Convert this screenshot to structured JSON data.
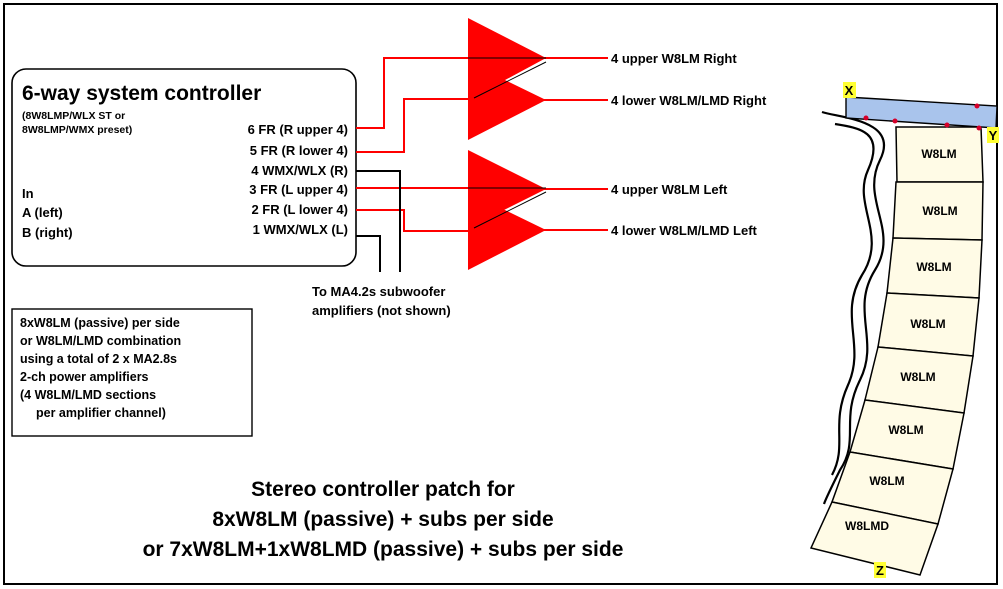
{
  "controller": {
    "title": "6-way system controller",
    "note_line1": "(8W8LMP/WLX ST or",
    "note_line2": "8W8LMP/WMX preset)",
    "inputs_label": "In",
    "input_a": "A (left)",
    "input_b": "B (right)",
    "outputs": [
      "6 FR (R upper 4)",
      "5 FR (R lower 4)",
      "4 WMX/WLX (R)",
      "3 FR (L upper 4)",
      "2 FR (L lower 4)",
      "1 WMX/WLX (L)"
    ]
  },
  "amp_outputs": [
    "4 upper W8LM Right",
    "4 lower W8LM/LMD Right",
    "4 upper W8LM Left",
    "4 lower W8LM/LMD Left"
  ],
  "sub_note": [
    "To MA4.2s subwoofer",
    "amplifiers (not shown)"
  ],
  "info_box": [
    "8xW8LM (passive) per side",
    "or W8LM/LMD combination",
    "using a total of 2 x MA2.8s",
    "2-ch power amplifiers",
    "(4 W8LM/LMD sections",
    "per amplifier channel)"
  ],
  "caption": [
    "Stereo controller patch for",
    "8xW8LM (passive) + subs per side",
    "or 7xW8LM+1xW8LMD (passive) + subs per side"
  ],
  "array": {
    "cabinets": [
      "W8LM",
      "W8LM",
      "W8LM",
      "W8LM",
      "W8LM",
      "W8LM",
      "W8LM",
      "W8LMD"
    ],
    "markers": [
      "X",
      "Y",
      "Z"
    ]
  },
  "colors": {
    "amp": "#ff0000",
    "signal": "#ff0000",
    "sub_line": "#000000",
    "cabinet": "#fffbe6",
    "bracket": "#a9c4ec",
    "marker": "#ffff33"
  }
}
